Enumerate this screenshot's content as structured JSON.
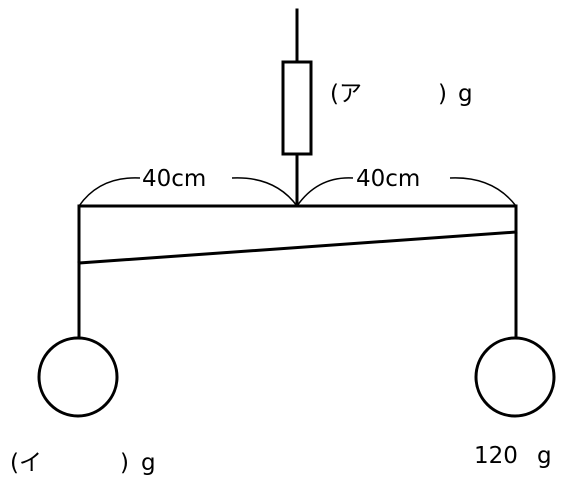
{
  "labels": {
    "left_distance": "40cm",
    "right_distance": "40cm",
    "spring_open": "(ア",
    "spring_close": ")",
    "spring_unit": "g",
    "left_weight_open": "(イ",
    "left_weight_close": ")",
    "left_weight_unit": "g",
    "right_weight_value": "120",
    "right_weight_unit": "g"
  }
}
